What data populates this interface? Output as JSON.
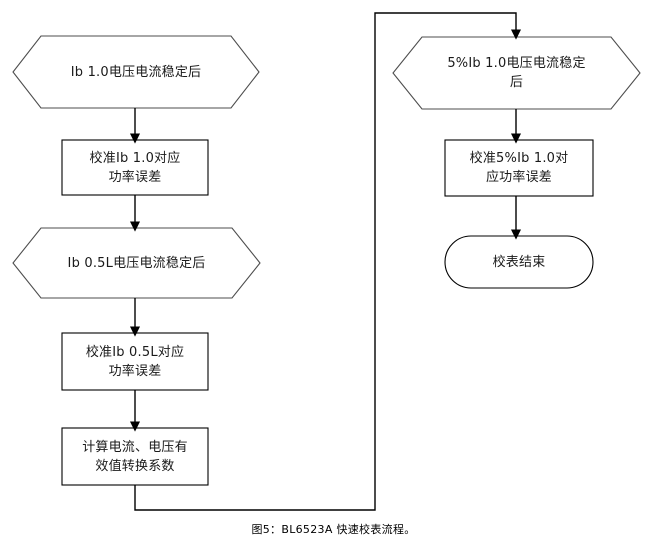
{
  "figure": {
    "caption": "图5：BL6523A 快速校表流程。",
    "background_color": "#ffffff",
    "stroke_color": "#4d4d4d",
    "arrow_color": "#000000",
    "text_color": "#1a1a1a"
  },
  "flow": {
    "left_column": [
      {
        "id": "node-ib-1p0-stable",
        "shape": "hexagon",
        "text": "Ib 1.0电压电流稳定后"
      },
      {
        "id": "node-cal-ib-1p0",
        "shape": "process",
        "text": "校准Ib 1.0对应\n功率误差"
      },
      {
        "id": "node-ib-0p5l-stable",
        "shape": "hexagon",
        "text": "Ib 0.5L电压电流稳定后"
      },
      {
        "id": "node-cal-ib-0p5l",
        "shape": "process",
        "text": "校准Ib 0.5L对应\n功率误差"
      },
      {
        "id": "node-calc-rms-coeff",
        "shape": "process",
        "text": "计算电流、电压有\n效值转换系数"
      }
    ],
    "right_column": [
      {
        "id": "node-5pct-ib-1p0-stable",
        "shape": "hexagon",
        "text": "5%Ib 1.0电压电流稳定\n后"
      },
      {
        "id": "node-cal-5pct-ib-1p0",
        "shape": "process",
        "text": "校准5%Ib 1.0对\n应功率误差"
      },
      {
        "id": "node-end",
        "shape": "terminator",
        "text": "校表结束"
      }
    ],
    "connectors": [
      {
        "id": "arrow-1",
        "from": "node-ib-1p0-stable",
        "to": "node-cal-ib-1p0",
        "type": "arrow-down"
      },
      {
        "id": "arrow-2",
        "from": "node-cal-ib-1p0",
        "to": "node-ib-0p5l-stable",
        "type": "arrow-down"
      },
      {
        "id": "arrow-3",
        "from": "node-ib-0p5l-stable",
        "to": "node-cal-ib-0p5l",
        "type": "arrow-down"
      },
      {
        "id": "arrow-4",
        "from": "node-cal-ib-0p5l",
        "to": "node-calc-rms-coeff",
        "type": "arrow-down"
      },
      {
        "id": "arrow-5",
        "from": "node-calc-rms-coeff",
        "to": "node-5pct-ib-1p0-stable",
        "type": "elbow-loop"
      },
      {
        "id": "arrow-6",
        "from": "node-5pct-ib-1p0-stable",
        "to": "node-cal-5pct-ib-1p0",
        "type": "arrow-down"
      },
      {
        "id": "arrow-7",
        "from": "node-cal-5pct-ib-1p0",
        "to": "node-end",
        "type": "arrow-down"
      }
    ]
  }
}
